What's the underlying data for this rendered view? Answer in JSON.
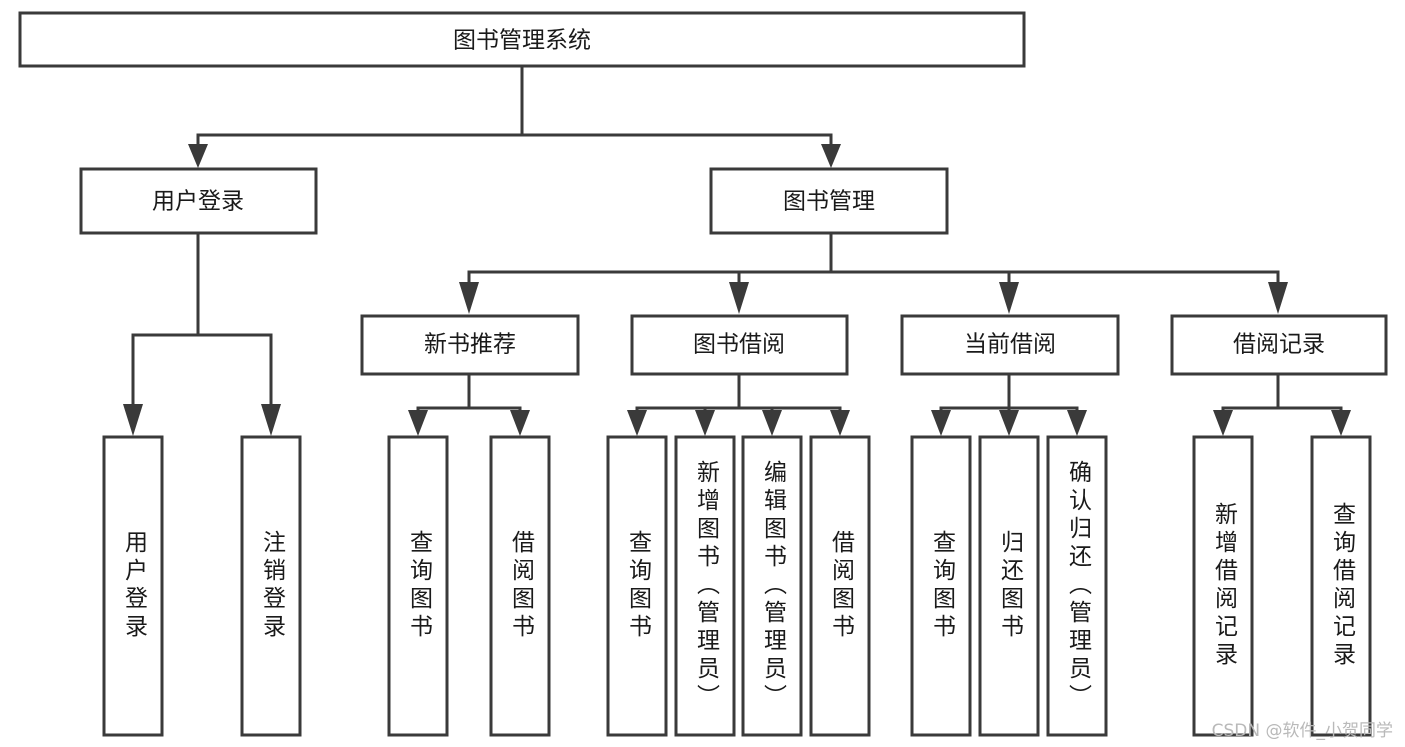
{
  "diagram": {
    "type": "tree-hierarchy-chart",
    "title_node": {
      "label": "图书管理系统"
    },
    "watermark": "CSDN @软件_小贺同学",
    "colors": {
      "stroke": "#3a3a3a",
      "fill": "#ffffff",
      "text": "#1a1a1a",
      "watermark": "#b9b9b9",
      "background": "#ffffff"
    },
    "level2": [
      {
        "label": "用户登录"
      },
      {
        "label": "图书管理"
      }
    ],
    "level3": [
      {
        "label": "新书推荐"
      },
      {
        "label": "图书借阅"
      },
      {
        "label": "当前借阅"
      },
      {
        "label": "借阅记录"
      }
    ],
    "leaves": {
      "user_login": [
        {
          "label": "用户登录"
        },
        {
          "label": "注销登录"
        }
      ],
      "new_book": [
        {
          "label": "查询图书"
        },
        {
          "label": "借阅图书"
        }
      ],
      "book_borrow": [
        {
          "label": "查询图书"
        },
        {
          "label": "新增图书（管理员）"
        },
        {
          "label": "编辑图书（管理员）"
        },
        {
          "label": "借阅图书"
        }
      ],
      "current_borrow": [
        {
          "label": "查询图书"
        },
        {
          "label": "归还图书"
        },
        {
          "label": "确认归还（管理员）"
        }
      ],
      "borrow_record": [
        {
          "label": "新增借阅记录"
        },
        {
          "label": "查询借阅记录"
        }
      ]
    }
  }
}
